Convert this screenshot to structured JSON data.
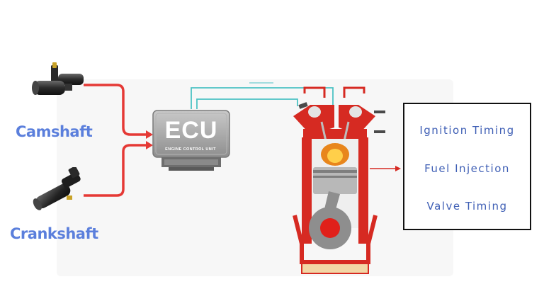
{
  "sensors": {
    "camshaft_label": "Camshaft",
    "crankshaft_label": "Crankshaft"
  },
  "ecu": {
    "title": "ECU",
    "subtitle": "ENGINE CONTROL UNIT"
  },
  "outputs": {
    "items": [
      "Ignition Timing",
      "Fuel Injection",
      "Valve Timing"
    ]
  },
  "colors": {
    "signal_wire": "#e53935",
    "control_wire": "#4cc2c4",
    "label_blue": "#5b7fdc",
    "output_text": "#3f5fb5",
    "engine_red": "#d62a22"
  }
}
